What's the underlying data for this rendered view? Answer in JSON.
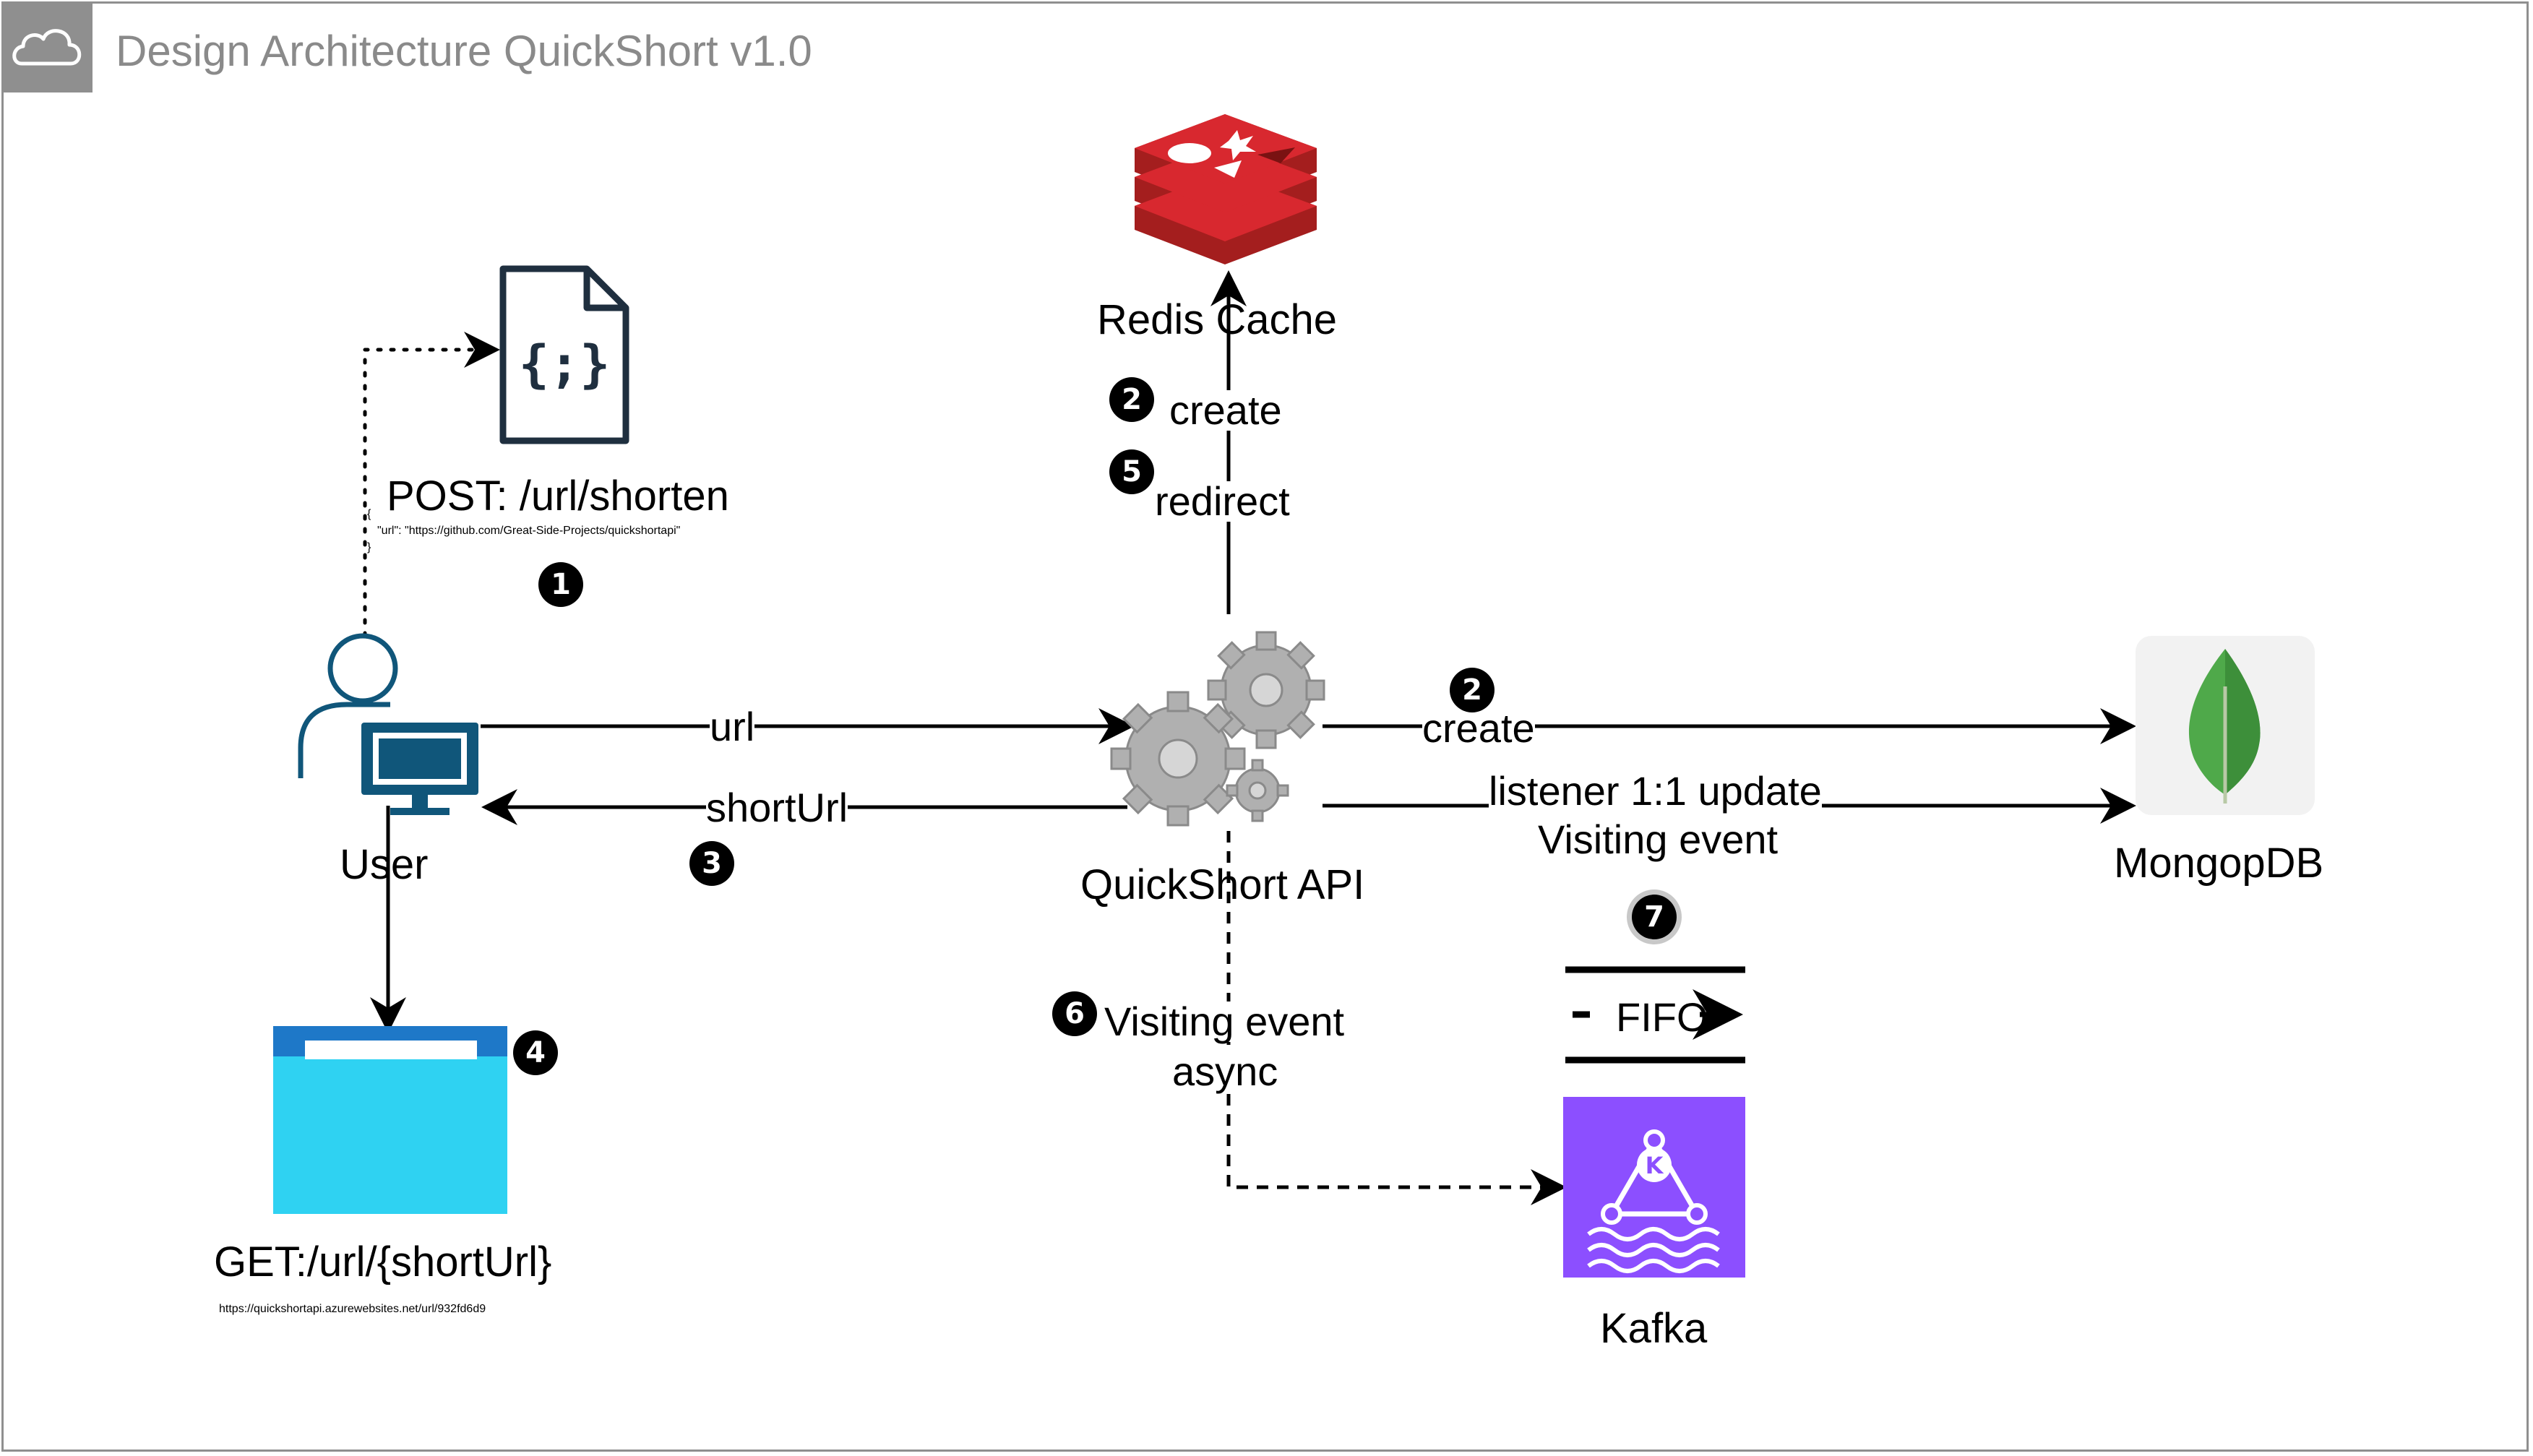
{
  "title": "Design Architecture QuickShort v1.0",
  "nodes": {
    "redis": "Redis Cache",
    "user": "User",
    "api": "QuickShort API",
    "mongo": "MongopDB",
    "kafka": "Kafka",
    "post": "POST: /url/shorten",
    "post_body_open": "{",
    "post_body": "\"url\": \"https://github.com/Great-Side-Projects/quickshortapi\"",
    "post_body_close": "}",
    "get": "GET:/url/{shortUrl}",
    "get_example": "https://quickshortapi.azurewebsites.net/url/932fd6d9",
    "queue": "FIFO"
  },
  "edges": {
    "url": "url",
    "short_url": "shortUrl",
    "redis_create": "create",
    "redis_redirect": "redirect",
    "mongo_create": "create",
    "mongo_update_line1": "listener 1:1 update",
    "mongo_update_line2": "Visiting event",
    "kafka_event_line1": "Visiting event",
    "kafka_event_line2": "async"
  },
  "steps": {
    "s1": "1",
    "s2a": "2",
    "s2b": "2",
    "s3": "3",
    "s4": "4",
    "s5": "5",
    "s6": "6",
    "s7": "7"
  },
  "colors": {
    "frame": "#8f8f8f",
    "title": "#8a8a8a",
    "redis": "#c6232a",
    "kafka": "#8c4fff",
    "mongo_leaf": "#4fa94a",
    "user_icon": "#10567a",
    "browser_top": "#1e78c8",
    "browser_body": "#2fd2f2",
    "gear": "#a3a3a3"
  },
  "icons": {
    "title": "cloud-icon",
    "redis": "redis-logo-icon",
    "json_file": "json-file-icon",
    "user": "user-computer-icon",
    "api": "gears-icon",
    "mongo": "mongodb-leaf-icon",
    "browser": "browser-window-icon",
    "kafka": "kafka-icon"
  }
}
